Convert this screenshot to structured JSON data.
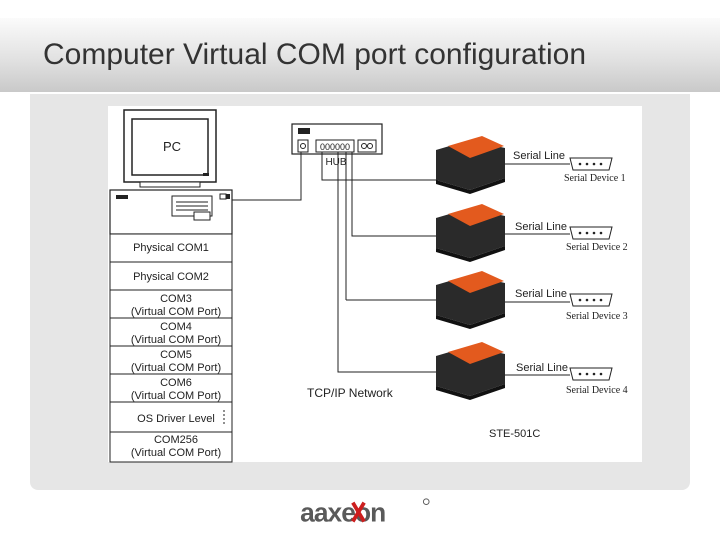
{
  "title": "Computer Virtual COM port configuration",
  "pc_label": "PC",
  "hub_label": "HUB",
  "hub_panel_text": "000000",
  "com_stack": [
    {
      "line1": "Physical COM1"
    },
    {
      "line1": "Physical COM2"
    },
    {
      "line1": "COM3",
      "line2": "(Virtual COM Port)"
    },
    {
      "line1": "COM4",
      "line2": "(Virtual COM Port)"
    },
    {
      "line1": "COM5",
      "line2": "(Virtual COM Port)"
    },
    {
      "line1": "COM6",
      "line2": "(Virtual COM Port)"
    },
    {
      "line1": "OS Driver Level"
    },
    {
      "line1": "COM256",
      "line2": "(Virtual COM Port)"
    }
  ],
  "serial_line_label": "Serial Line",
  "serial_devices": [
    "Serial Device 1",
    "Serial Device 2",
    "Serial Device 3",
    "Serial Device 4"
  ],
  "network_label": "TCP/IP Network",
  "device_model": "STE-501C",
  "logo_text": "aaxeon",
  "colors": {
    "accent": "#e35a1e",
    "device_body": "#2a2a2a",
    "logo_red": "#cc1e1e",
    "logo_gray": "#5a5a5a"
  }
}
